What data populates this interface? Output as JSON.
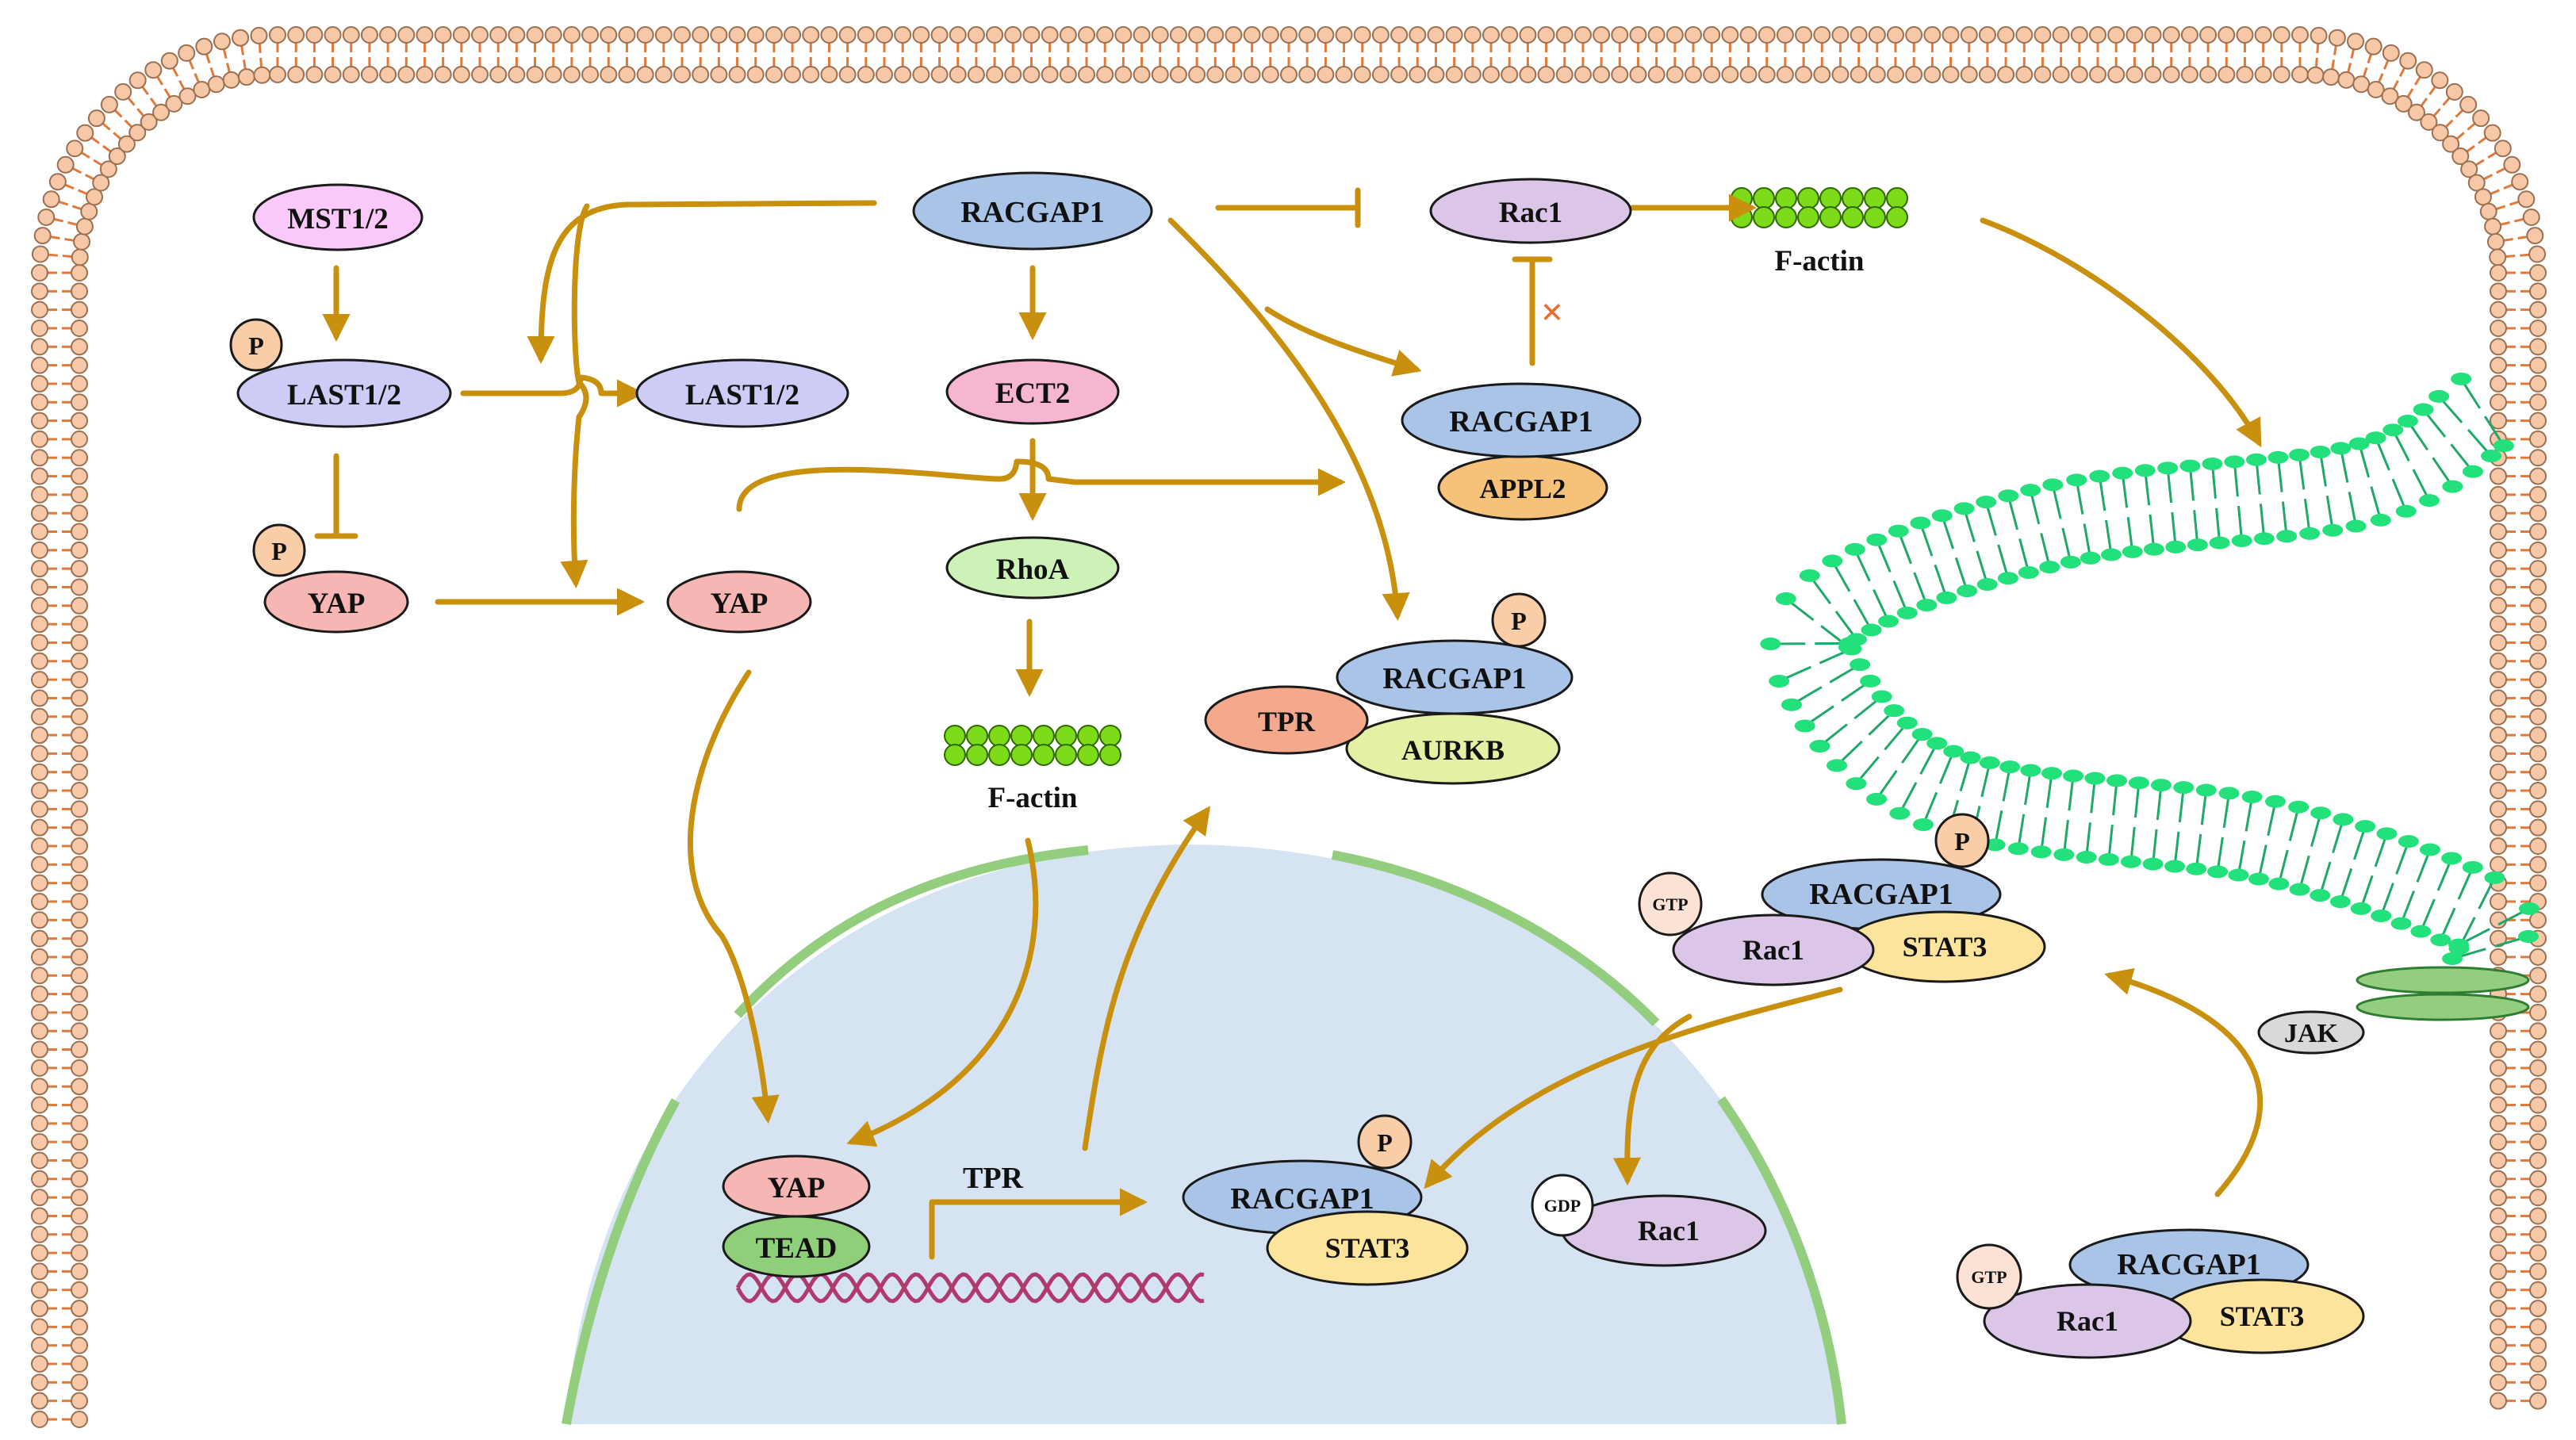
{
  "nodes": {
    "mst12": "MST1/2",
    "last12_p": "LAST1/2",
    "last12": "LAST1/2",
    "yap_p": "YAP",
    "yap": "YAP",
    "racgap1_top": "RACGAP1",
    "ect2": "ECT2",
    "rhoa": "RhoA",
    "rac1_top": "Rac1",
    "racgap1_appl2": "RACGAP1",
    "appl2": "APPL2",
    "racgap1_p_cyto": "RACGAP1",
    "tpr_cyto": "TPR",
    "aurkb": "AURKB",
    "factin_mid": "F-actin",
    "factin_top": "F-actin",
    "racgap1_gtp_mem": "RACGAP1",
    "rac1_gtp_mem": "Rac1",
    "stat3_mem": "STAT3",
    "jak": "JAK",
    "racgap1_gtp_bottom": "RACGAP1",
    "rac1_gtp_bottom": "Rac1",
    "stat3_bottom": "STAT3",
    "yap_nuc": "YAP",
    "tead": "TEAD",
    "tpr_gene": "TPR",
    "racgap1_nuc": "RACGAP1",
    "stat3_nuc": "STAT3",
    "rac1_gdp": "Rac1"
  },
  "badges": {
    "p": "P",
    "gtp": "GTP",
    "gdp": "GDP"
  },
  "inhibition_mark": "×",
  "colors": {
    "arrow": "#C8900C",
    "membrane_head": "#F6C8A8",
    "membrane_tail": "#E07A3A",
    "raft_head": "#22E07A",
    "raft_tail": "#1FA86A",
    "nucleus": "#D6E3F3",
    "nuclear_envelope": "#93CE7E",
    "dna": "#B03A6E",
    "factin": "#7DDB1A",
    "mst12": "#FBC9F9",
    "last12": "#CCCCF6",
    "yap": "#F6B6B4",
    "racgap1": "#A9C4E6",
    "ect2": "#F6B6D2",
    "rhoa": "#CDF2B8",
    "rac1": "#DCC6E8",
    "appl2": "#F6C27A",
    "tpr": "#F4A98C",
    "aurkb": "#E4F0A4",
    "stat3": "#FCE49C",
    "tead": "#8FCF7A",
    "jak": "#D9D9D9",
    "p_badge": "#F9CDA8",
    "gtp_badge": "#FCE2D4"
  }
}
